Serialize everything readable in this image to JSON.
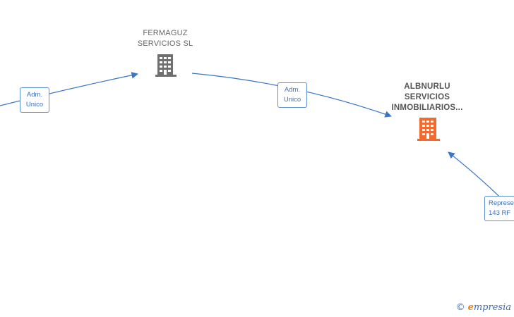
{
  "nodes": {
    "fermaguz": {
      "label": "FERMAGUZ\nSERVICIOS  SL"
    },
    "albnurlu": {
      "label": "ALBNURLU\nSERVICIOS\nINMOBILIARIOS..."
    }
  },
  "edges": {
    "left_to_fermaguz": {
      "label": "Adm.\nUnico"
    },
    "fermaguz_to_albnurlu": {
      "label": "Adm.\nUnico"
    },
    "right_to_albnurlu": {
      "label": "Represe\n143 RF"
    }
  },
  "watermark": {
    "symbol": "©",
    "brand_initial": "e",
    "brand_rest": "mpresia"
  },
  "colors": {
    "edge": "#3a76c8",
    "company_icon": "#6f6f6f",
    "focus_icon": "#f26a2e"
  },
  "icons": {
    "company": "building-icon",
    "focus_company": "building-icon"
  }
}
